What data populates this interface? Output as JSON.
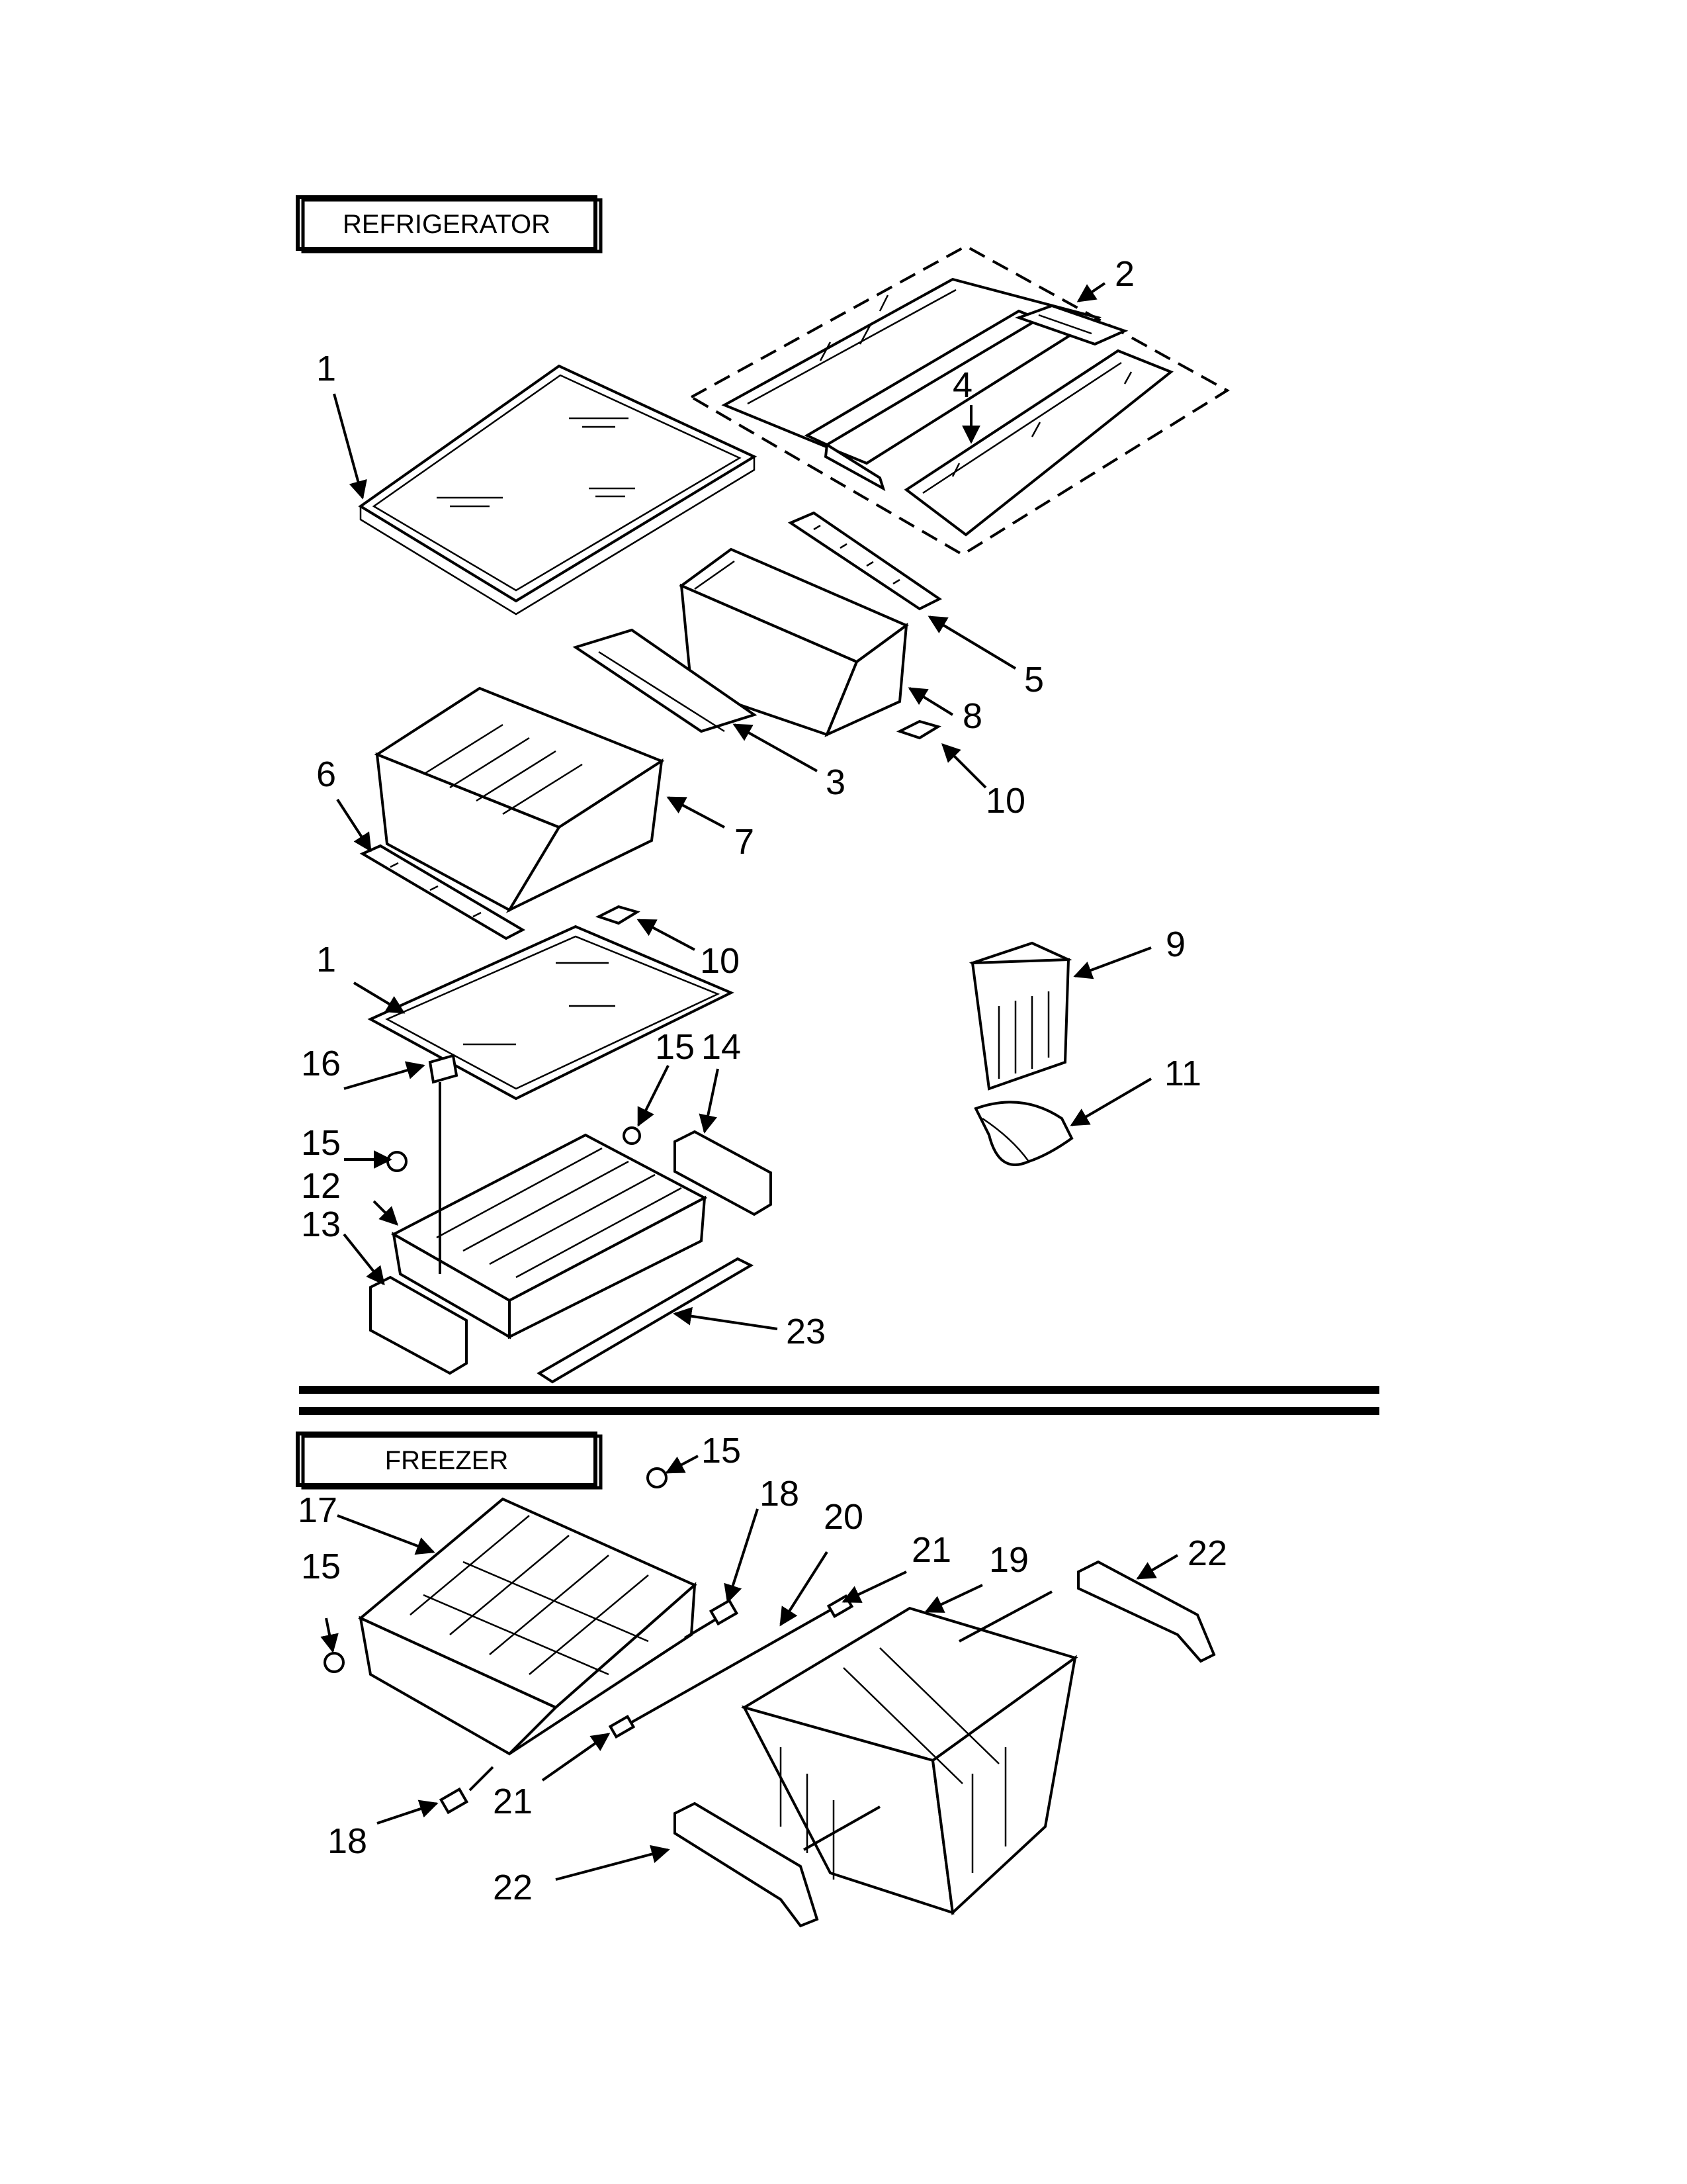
{
  "sections": {
    "refrigerator": "REFRIGERATOR",
    "freezer": "FREEZER"
  },
  "callouts": {
    "c1a": "1",
    "c2": "2",
    "c4": "4",
    "c5": "5",
    "c8": "8",
    "c3": "3",
    "c10a": "10",
    "c6": "6",
    "c7": "7",
    "c10b": "10",
    "c9": "9",
    "c1b": "1",
    "c16": "16",
    "c15a": "15",
    "c14": "14",
    "c15b": "15",
    "c12": "12",
    "c13": "13",
    "c11": "11",
    "c23": "23",
    "c15c": "15",
    "c18a": "18",
    "c20": "20",
    "c21a": "21",
    "c19": "19",
    "c17": "17",
    "c15d": "15",
    "c22a": "22",
    "c18b": "18",
    "c21b": "21",
    "c22b": "22"
  }
}
